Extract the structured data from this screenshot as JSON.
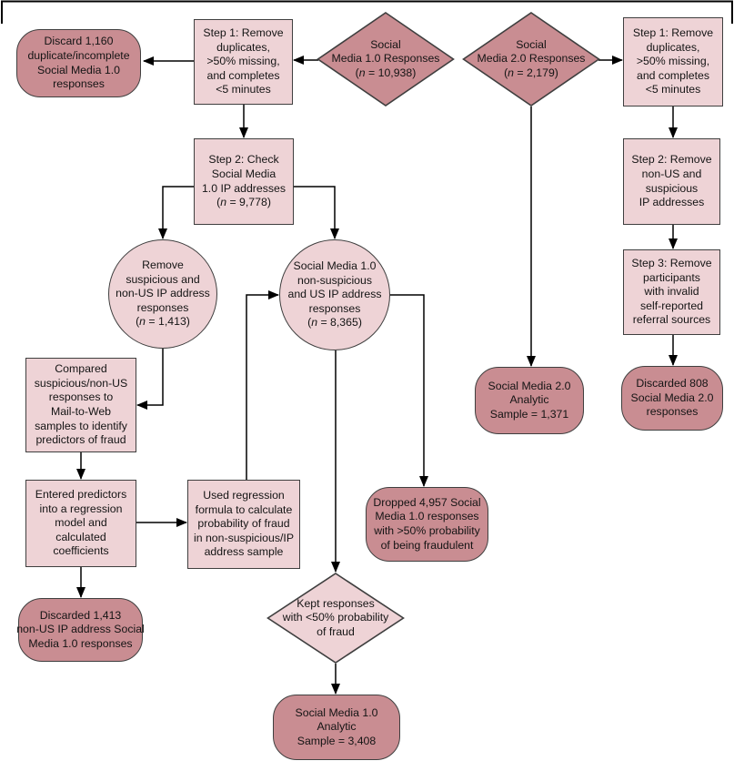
{
  "figure": {
    "background": "#ffffff",
    "fill_dark": "#c98d92",
    "fill_light": "#eed3d6",
    "shape_outline": "#3f3f3f",
    "arrow_color": "#000000"
  },
  "nodes": {
    "sm10_source": {
      "shape": "diamond",
      "tone": "dark",
      "text": "Social\nMedia 1.0 Responses\n(n = 10,938)"
    },
    "sm20_source": {
      "shape": "diamond",
      "tone": "dark",
      "text": "Social\nMedia 2.0 Responses\n(n = 2,179)"
    },
    "step1_left": {
      "shape": "rect",
      "tone": "light",
      "text": "Step 1: Remove\nduplicates,\n>50% missing,\nand completes\n<5 minutes"
    },
    "discard_1160": {
      "shape": "rounded",
      "tone": "dark",
      "text": "Discard 1,160\nduplicate/incomplete\nSocial Media 1.0\nresponses"
    },
    "step2_left": {
      "shape": "rect",
      "tone": "light",
      "text": "Step 2: Check\nSocial Media\n1.0 IP addresses\n(n = 9,778)"
    },
    "circle_suspicious": {
      "shape": "circle",
      "tone": "light",
      "text": "Remove\nsuspicious and\nnon-US IP address\nresponses\n(n = 1,413)"
    },
    "circle_nonsuspicious": {
      "shape": "circle",
      "tone": "light",
      "text": "Social Media 1.0\nnon-suspicious\nand US IP address\nresponses\n(n = 8,365)"
    },
    "compared": {
      "shape": "rect",
      "tone": "light",
      "text": "Compared\nsuspicious/non-US\nresponses to\nMail-to-Web\nsamples to identify\npredictors of fraud"
    },
    "entered": {
      "shape": "rect",
      "tone": "light",
      "text": "Entered predictors\ninto a regression\nmodel and\ncalculated\ncoefficients"
    },
    "discarded_1413": {
      "shape": "rounded",
      "tone": "dark",
      "text": "Discarded 1,413\nnon-US IP address Social\nMedia 1.0 responses"
    },
    "used_regression": {
      "shape": "rect",
      "tone": "light",
      "text": "Used regression\nformula to calculate\nprobability of fraud\nin non-suspicious/IP\naddress sample"
    },
    "dropped_4957": {
      "shape": "rounded",
      "tone": "dark",
      "text": "Dropped 4,957 Social\nMedia 1.0 responses\nwith >50% probability\nof being fraudulent"
    },
    "kept_diamond": {
      "shape": "diamond",
      "tone": "light",
      "text": "Kept responses\nwith <50% probability\nof fraud"
    },
    "sm10_analytic": {
      "shape": "rounded",
      "tone": "dark",
      "text": "Social Media 1.0\nAnalytic\nSample = 3,408"
    },
    "step1_right": {
      "shape": "rect",
      "tone": "light",
      "text": "Step 1: Remove\nduplicates,\n>50% missing,\nand completes\n<5 minutes"
    },
    "step2_right": {
      "shape": "rect",
      "tone": "light",
      "text": "Step 2: Remove\nnon-US and\nsuspicious\nIP addresses"
    },
    "step3_right": {
      "shape": "rect",
      "tone": "light",
      "text": "Step 3: Remove\nparticipants\nwith invalid\nself-reported\nreferral sources"
    },
    "discarded_808": {
      "shape": "rounded",
      "tone": "dark",
      "text": "Discarded 808\nSocial Media 2.0\nresponses"
    },
    "sm20_analytic": {
      "shape": "rounded",
      "tone": "dark",
      "text": "Social Media 2.0\nAnalytic\nSample = 1,371"
    }
  },
  "edges": [
    {
      "from": "sm10_source",
      "to": "step1_left"
    },
    {
      "from": "step1_left",
      "to": "discard_1160"
    },
    {
      "from": "step1_left",
      "to": "step2_left"
    },
    {
      "from": "step2_left",
      "to": "circle_suspicious"
    },
    {
      "from": "step2_left",
      "to": "circle_nonsuspicious"
    },
    {
      "from": "circle_suspicious",
      "to": "compared"
    },
    {
      "from": "compared",
      "to": "entered"
    },
    {
      "from": "entered",
      "to": "discarded_1413"
    },
    {
      "from": "entered",
      "to": "used_regression"
    },
    {
      "from": "used_regression",
      "to": "circle_nonsuspicious"
    },
    {
      "from": "circle_nonsuspicious",
      "to": "kept_diamond"
    },
    {
      "from": "circle_nonsuspicious",
      "to": "dropped_4957"
    },
    {
      "from": "kept_diamond",
      "to": "sm10_analytic"
    },
    {
      "from": "sm20_source",
      "to": "step1_right"
    },
    {
      "from": "sm20_source",
      "to": "sm20_analytic"
    },
    {
      "from": "step1_right",
      "to": "step2_right"
    },
    {
      "from": "step2_right",
      "to": "step3_right"
    },
    {
      "from": "step3_right",
      "to": "discarded_808"
    }
  ]
}
